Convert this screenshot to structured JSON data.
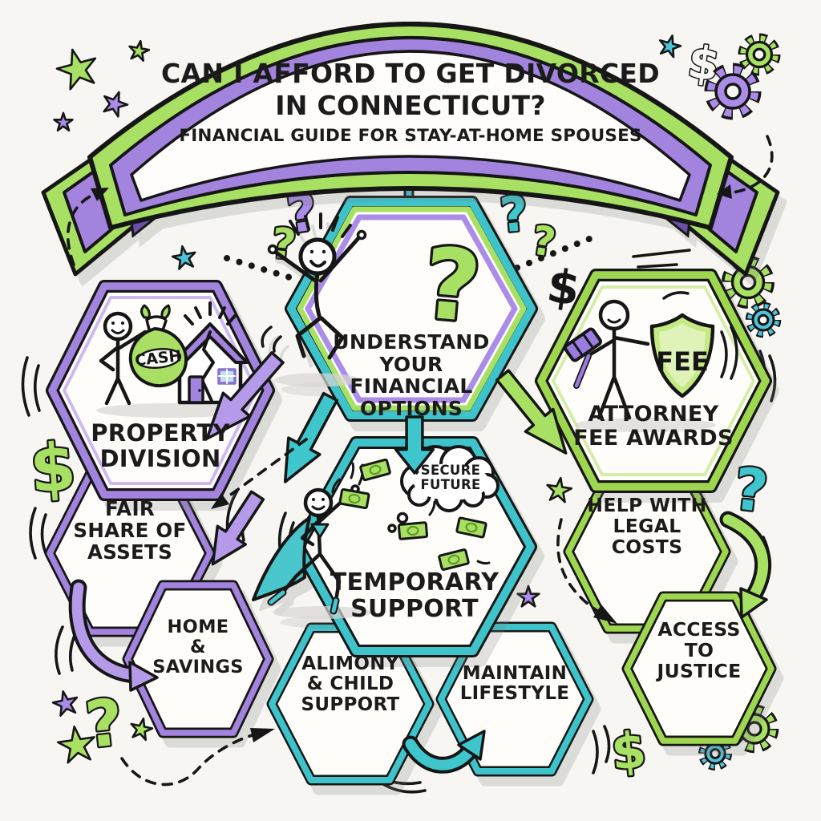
{
  "banner": {
    "title_line1": "CAN I AFFORD TO GET DIVORCED",
    "title_line2": "IN CONNECTICUT?",
    "subtitle": "FINANCIAL GUIDE FOR STAY-AT-HOME SPOUSES"
  },
  "nodes": {
    "understand": {
      "label": "UNDERSTAND\nYOUR FINANCIAL\nOPTIONS"
    },
    "property": {
      "label": "PROPERTY\nDIVISION",
      "bag_text": "CASH"
    },
    "attorney": {
      "label": "ATTORNEY\nFEE AWARDS",
      "shield_text": "FEE"
    },
    "temporary": {
      "label": "TEMPORARY\nSUPPORT",
      "thought": "SECURE\nFUTURE"
    },
    "fair_share": {
      "label": "FAIR\nSHARE OF\nASSETS"
    },
    "home_savings": {
      "label": "HOME\n&\nSAVINGS"
    },
    "alimony": {
      "label": "ALIMONY\n& CHILD\nSUPPORT"
    },
    "maintain": {
      "label": "MAINTAIN\nLIFESTYLE"
    },
    "legal_costs": {
      "label": "HELP WITH\nLEGAL\nCOSTS"
    },
    "access": {
      "label": "ACCESS\nTO\nJUSTICE"
    }
  },
  "glyphs": {
    "question_mark": "?",
    "dollar": "$"
  },
  "colors": {
    "purple": "#a283de",
    "green": "#a8e063",
    "teal": "#3fc6cc",
    "outline": "#161616",
    "paper": "#f7f6f3"
  }
}
